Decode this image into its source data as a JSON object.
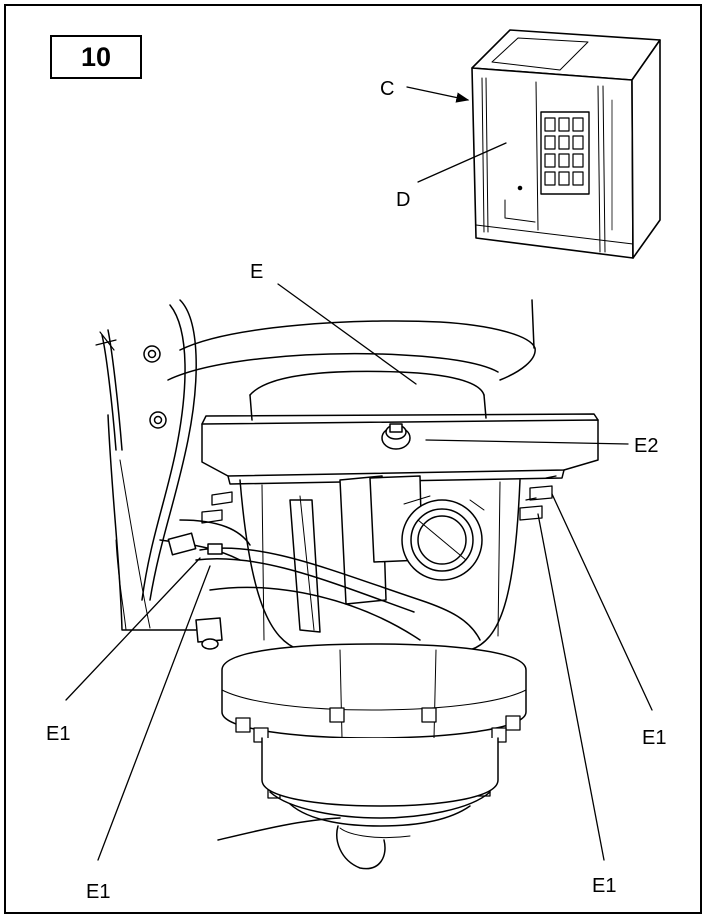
{
  "step_number": "10",
  "labels": {
    "C": "C",
    "D": "D",
    "E": "E",
    "E2": "E2",
    "E1_left_upper": "E1",
    "E1_left_lower": "E1",
    "E1_right_upper": "E1",
    "E1_right_lower": "E1"
  }
}
